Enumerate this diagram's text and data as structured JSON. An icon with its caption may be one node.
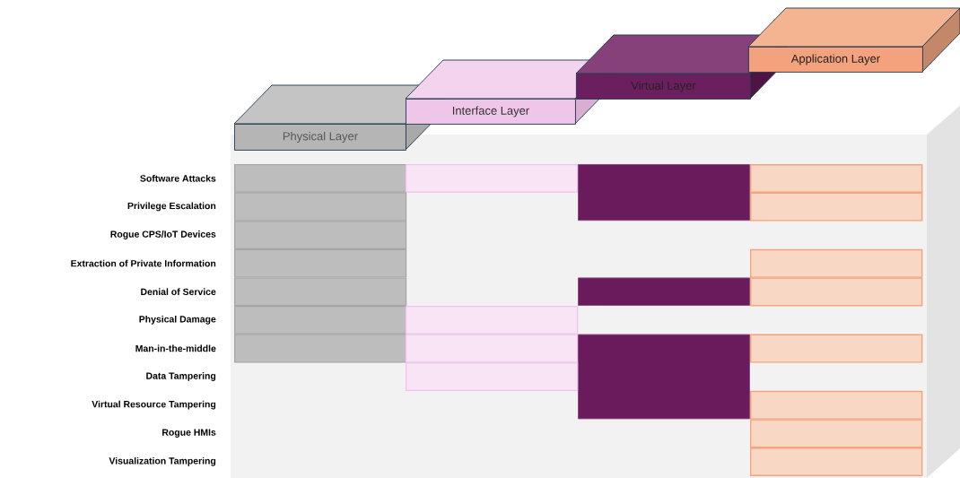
{
  "diagram": {
    "nodes": [
      {
        "text": [
          "Physical Layer"
        ]
      },
      {
        "text": [
          "Interface Layer"
        ]
      },
      {
        "text": [
          "Virtual Layer"
        ]
      },
      {
        "text": [
          "Application Layer"
        ]
      },
      {
        "text": [],
        "shape": "bar"
      },
      {
        "text": [],
        "shape": "bar"
      },
      {
        "text": [],
        "shape": "bar"
      },
      {
        "text": [],
        "shape": "bar"
      },
      {
        "text": [],
        "shape": "bar"
      },
      {
        "text": [],
        "shape": "bar"
      },
      {
        "text": [],
        "shape": "bar"
      },
      {
        "text": [],
        "shape": "bar"
      },
      {
        "text": [],
        "shape": "bar"
      },
      {
        "text": [],
        "shape": "bar"
      },
      {
        "text": [],
        "shape": "bar"
      },
      {
        "text": [],
        "shape": "bar"
      },
      {
        "text": [],
        "shape": "bar"
      },
      {
        "text": [],
        "shape": "bar"
      },
      {
        "text": [],
        "shape": "bar"
      },
      {
        "text": [],
        "shape": "bar"
      },
      {
        "text": [],
        "shape": "bar"
      },
      {
        "text": [],
        "shape": "bar"
      },
      {
        "text": [],
        "shape": "bar"
      },
      {
        "text": [],
        "shape": "bar"
      },
      {
        "text": [],
        "shape": "bar"
      },
      {
        "text": [],
        "shape": "bar"
      }
    ],
    "labels": [
      "Software Attacks",
      "Privilege Escalation",
      "Rogue CPS/IoT Devices",
      "Extraction of Private Information",
      "Denial of Service",
      "Physical Damage",
      "Man-in-the-middle",
      "Data Tampering",
      "Virtual Resource Tampering",
      "Rogue HMIs",
      "Visualization Tampering"
    ]
  }
}
